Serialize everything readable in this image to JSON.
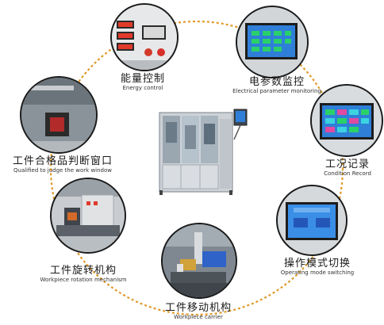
{
  "modules": {
    "energy": {
      "cn": "能量控制",
      "en": "Energy control",
      "icon": "energy-control-panel-photo"
    },
    "electrical": {
      "cn": "电参数监控",
      "en": "Electrical parameter monitoring",
      "icon": "touchscreen-monitor-photo"
    },
    "condition": {
      "cn": "工况记录",
      "en": "Condition Record",
      "icon": "touchscreen-record-photo"
    },
    "operating": {
      "cn": "操作模式切换",
      "en": "Operating mode switching",
      "icon": "touchscreen-switch-photo"
    },
    "carrier": {
      "cn": "工件移动机构",
      "en": "Workpiece carrier",
      "icon": "workpiece-carrier-photo"
    },
    "rotation": {
      "cn": "工件旋转机构",
      "en": "Workpiece rotation mechanism",
      "icon": "rotation-mechanism-photo"
    },
    "qualified": {
      "cn": "工件合格品判断窗口",
      "en": "Qualified to judge the work window",
      "icon": "qualification-window-photo"
    }
  },
  "colors": {
    "ring": "#e09a2a",
    "border": "#1a1a1a",
    "screen_blue": "#2f7fd8",
    "machine_gray": "#c9ced3"
  }
}
